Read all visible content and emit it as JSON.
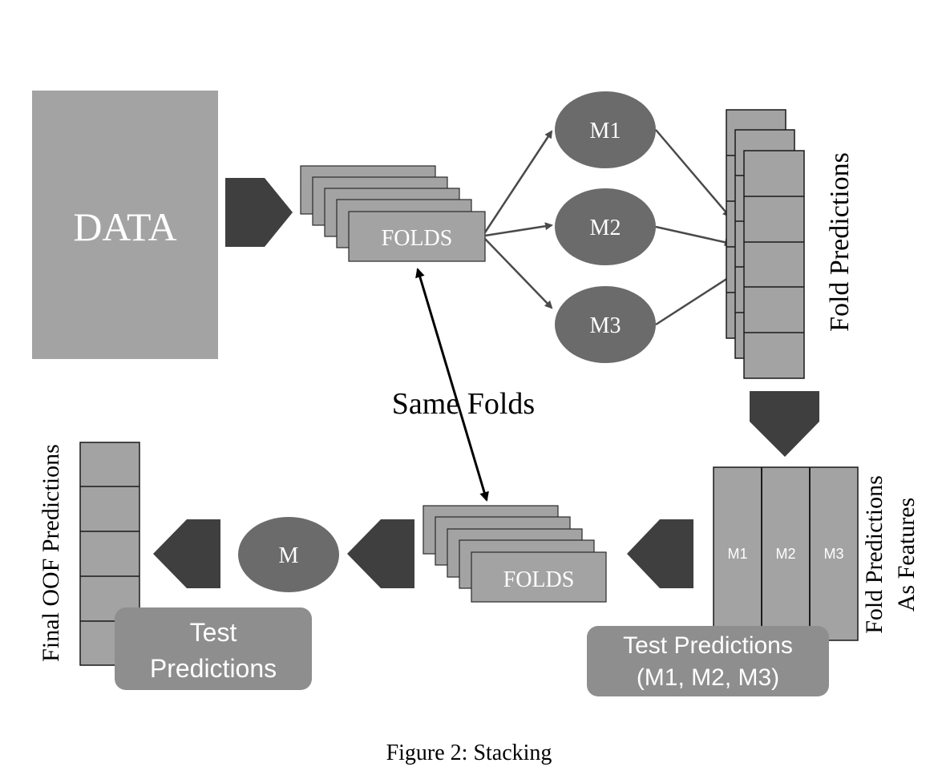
{
  "diagram": {
    "data_label": "DATA",
    "folds_top_label": "FOLDS",
    "models": [
      "M1",
      "M2",
      "M3"
    ],
    "fold_predictions_label": "Fold Predictions",
    "same_folds_label": "Same Folds",
    "features_columns": [
      "M1",
      "M2",
      "M3"
    ],
    "features_label_line1": "Fold Predictions",
    "features_label_line2": "As Features",
    "test_predictions_m_line1": "Test Predictions",
    "test_predictions_m_line2": "(M1, M2, M3)",
    "folds_bottom_label": "FOLDS",
    "meta_model_label": "M",
    "final_oof_label": "Final OOF Predictions",
    "final_test_line1": "Test",
    "final_test_line2": "Predictions"
  },
  "caption": "Figure 2: Stacking",
  "colors": {
    "light_gray": "#a3a3a3",
    "mid_gray": "#6b6b6b",
    "dark_gray": "#3f3f3f",
    "test_box_gray": "#8e8e8e",
    "white_text": "#ffffff",
    "black_text": "#000000"
  }
}
